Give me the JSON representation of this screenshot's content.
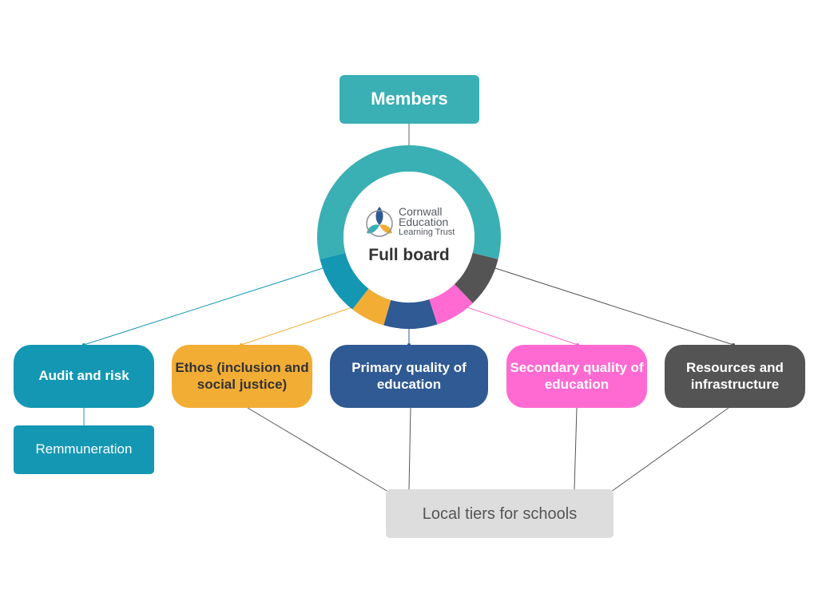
{
  "members": {
    "label": "Members"
  },
  "full_board": {
    "label": "Full board",
    "logo": {
      "line1": "Cornwall",
      "line2": "Education",
      "line3": "Learning Trust"
    }
  },
  "committees": [
    {
      "id": "audit",
      "label": "Audit and risk",
      "color": "#1497b3"
    },
    {
      "id": "ethos",
      "label": "Ethos (inclusion and social justice)",
      "color": "#f2ad35"
    },
    {
      "id": "primary",
      "label": "Primary quality of education",
      "color": "#2f5a93"
    },
    {
      "id": "secondary",
      "label": "Secondary quality of education",
      "color": "#ff6ad2"
    },
    {
      "id": "resources",
      "label": "Resources and infrastructure",
      "color": "#545454"
    }
  ],
  "remuneration": {
    "label": "Remmuneration"
  },
  "local_tiers": {
    "label": "Local tiers for schools"
  },
  "ring_colors": {
    "top": "#3ab0b5",
    "audit": "#1497b3",
    "ethos": "#f2ad35",
    "primary": "#2f5a93",
    "secondary": "#ff6ad2",
    "resources": "#545454"
  },
  "logo_colors": {
    "blue": "#2f5a93",
    "teal": "#3ab0b5",
    "orange": "#f2ad35"
  }
}
